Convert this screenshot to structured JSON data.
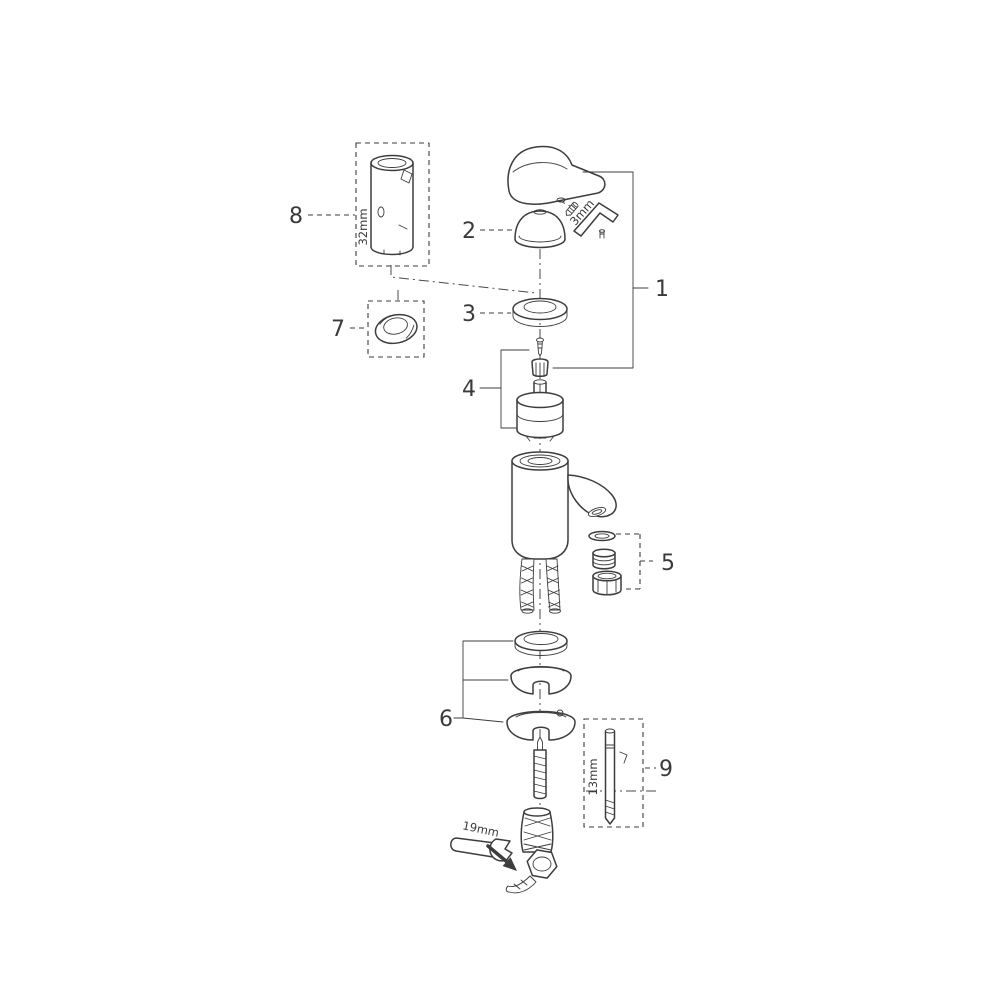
{
  "figure": {
    "background_color": "#ffffff",
    "line_color": "#3d3d3d",
    "text_color": "#3a3a3a",
    "part_labels": {
      "part_1": "1",
      "part_2": "2",
      "part_3": "3",
      "part_4": "4",
      "part_5": "5",
      "part_6": "6",
      "part_7": "7",
      "part_8": "8",
      "part_9": "9"
    },
    "tool_sizes": {
      "socket_32": "32mm",
      "hex_key_3": "3mm",
      "socket_13": "13mm",
      "wrench_19": "19mm"
    }
  }
}
